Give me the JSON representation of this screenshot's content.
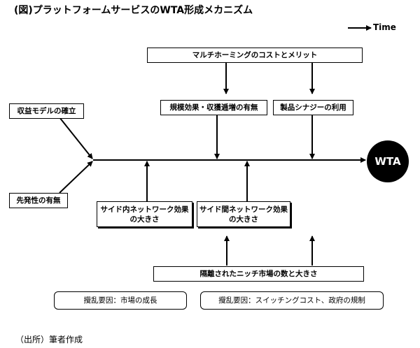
{
  "title": "(図)プラットフォームサービスのWTA形成メカニズム",
  "time_label": "Time",
  "wta_label": "WTA",
  "boxes": {
    "multihoming": "マルチホーミングのコストとメリット",
    "scale_effects": "規模効果・収獲逓増の有無",
    "product_synergy": "製品シナジーの利用",
    "revenue_model": "収益モデルの確立",
    "first_mover": "先発性の有無",
    "intra_network": "サイド内ネットワーク効果\nの大きさ",
    "cross_network": "サイド間ネットワーク効果\nの大きさ",
    "niche_markets": "隔離されたニッチ市場の数と大きさ",
    "disruption_growth": "攪乱要因：市場の成長",
    "disruption_switching": "攪乱要因：スイッチングコスト、政府の規制"
  },
  "source": "（出所）筆者作成"
}
